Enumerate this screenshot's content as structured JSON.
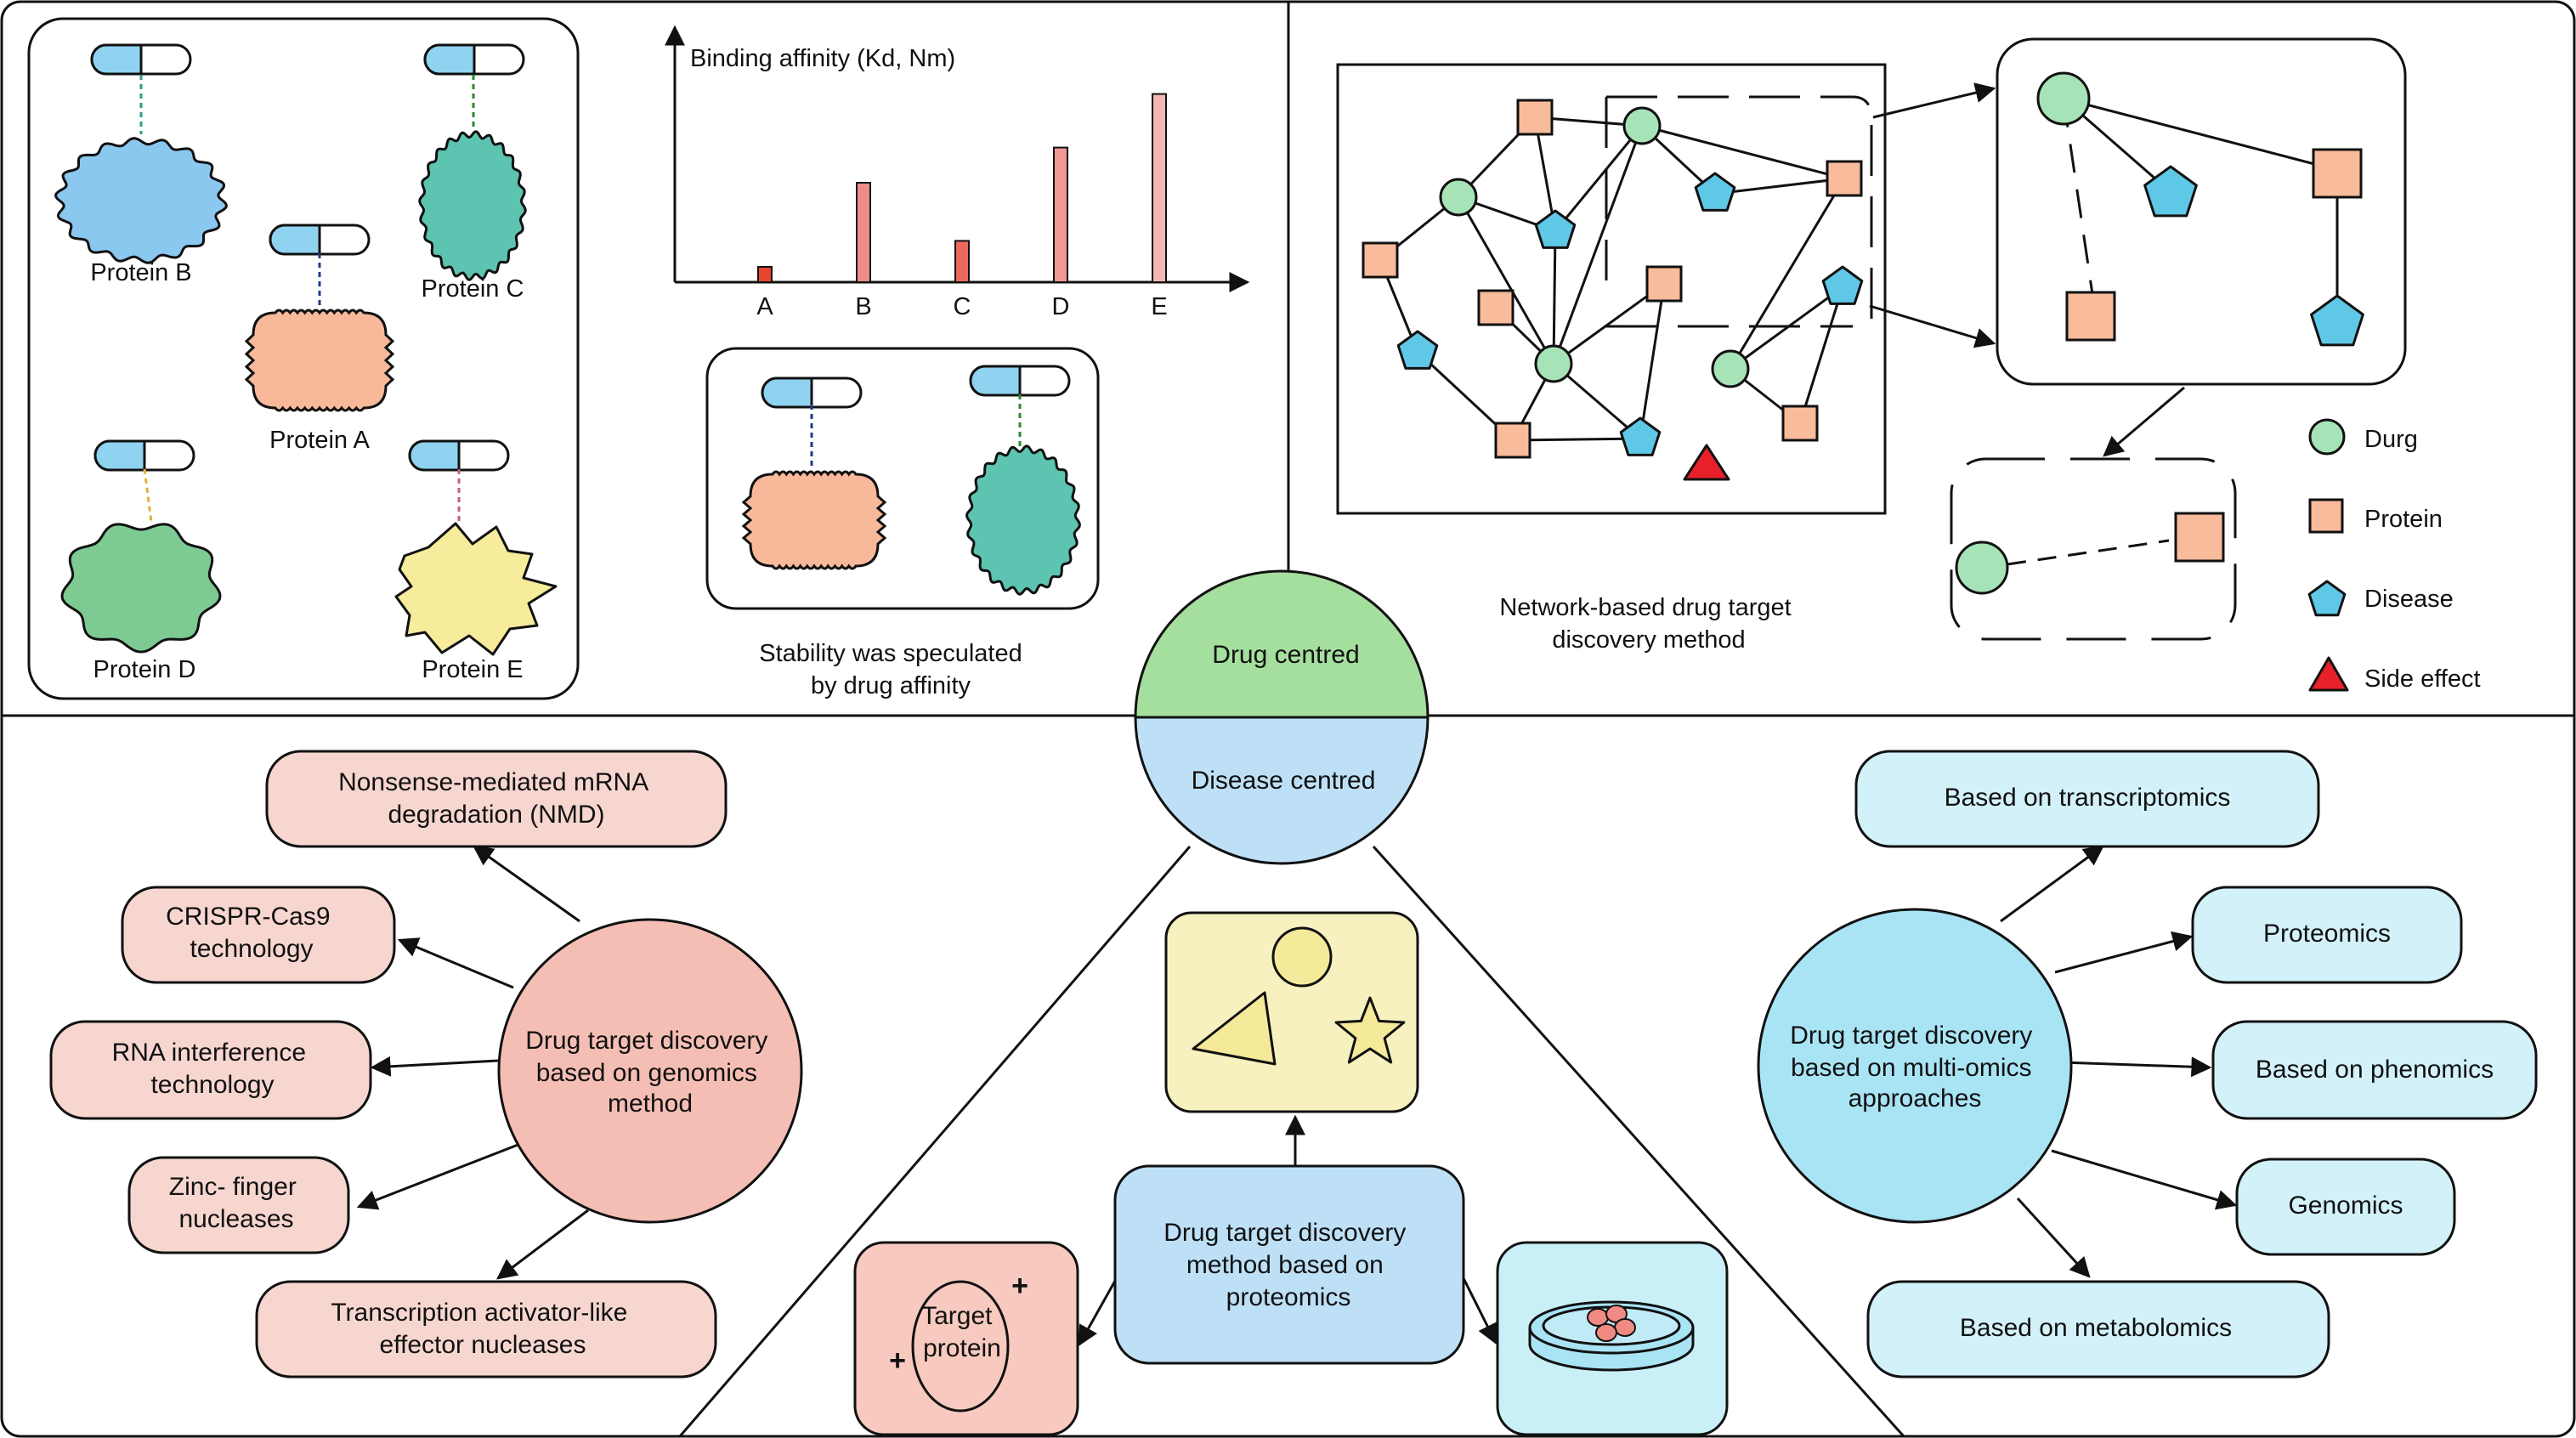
{
  "affinity_panel": {
    "proteins": [
      {
        "label": "Protein B"
      },
      {
        "label": "Protein C"
      },
      {
        "label": "Protein A"
      },
      {
        "label": "Protein D"
      },
      {
        "label": "Protein E"
      }
    ],
    "chart_ylabel": "Binding affinity (Kd, Nm)",
    "chart_categories": [
      "A",
      "B",
      "C",
      "D",
      "E"
    ],
    "chart_values": [
      1,
      6.5,
      2.7,
      8.8,
      12.3
    ],
    "chart_ymax": 15,
    "chart_colors": [
      "#e8452e",
      "#ee8d88",
      "#eb6a5e",
      "#f09892",
      "#f5b7b6"
    ],
    "stability_caption_1": "Stability was speculated",
    "stability_caption_2": "by drug affinity"
  },
  "network_panel": {
    "caption_1": "Network-based drug target",
    "caption_2": "discovery method",
    "legend": [
      {
        "label": "Durg",
        "shape": "circle",
        "color": "#a6e3b7"
      },
      {
        "label": "Protein",
        "shape": "square",
        "color": "#f8bb9b"
      },
      {
        "label": "Disease",
        "shape": "pentagon",
        "color": "#5fc8e6"
      },
      {
        "label": "Side effect",
        "shape": "triangle",
        "color": "#e8202a"
      }
    ]
  },
  "center": {
    "top_label": "Drug centred",
    "bottom_label": "Disease centred",
    "top_color": "#a5df9e",
    "bottom_color": "#bde0f6"
  },
  "genomics": {
    "hub_lines": [
      "Drug target discovery",
      "based on genomics",
      "method"
    ],
    "color": "#f5beb5",
    "box_color": "#f7d6d0",
    "items": [
      {
        "lines": [
          "Nonsense-mediated mRNA",
          "degradation (NMD)"
        ]
      },
      {
        "lines": [
          "CRISPR-Cas9",
          "technology"
        ]
      },
      {
        "lines": [
          "RNA interference",
          "technology"
        ]
      },
      {
        "lines": [
          "Zinc- finger",
          "nucleases"
        ]
      },
      {
        "lines": [
          "Transcription activator-like",
          "effector nucleases"
        ]
      }
    ]
  },
  "proteomics": {
    "hub_lines": [
      "Drug target discovery",
      "method based on",
      "proteomics"
    ],
    "hub_color": "#bde0f6",
    "target_lines": [
      "Target",
      "protein"
    ],
    "target_color": "#f7c9bf",
    "plus_sign": "+"
  },
  "multiomics": {
    "hub_lines": [
      "Drug target discovery",
      "based on multi-omics",
      "approaches"
    ],
    "color": "#a9e4f5",
    "box_color": "#d3f1f9",
    "items": [
      {
        "label": "Based on transcriptomics"
      },
      {
        "label": "Proteomics"
      },
      {
        "label": "Based on phenomics"
      },
      {
        "label": "Genomics"
      },
      {
        "label": "Based on metabolomics"
      }
    ]
  }
}
